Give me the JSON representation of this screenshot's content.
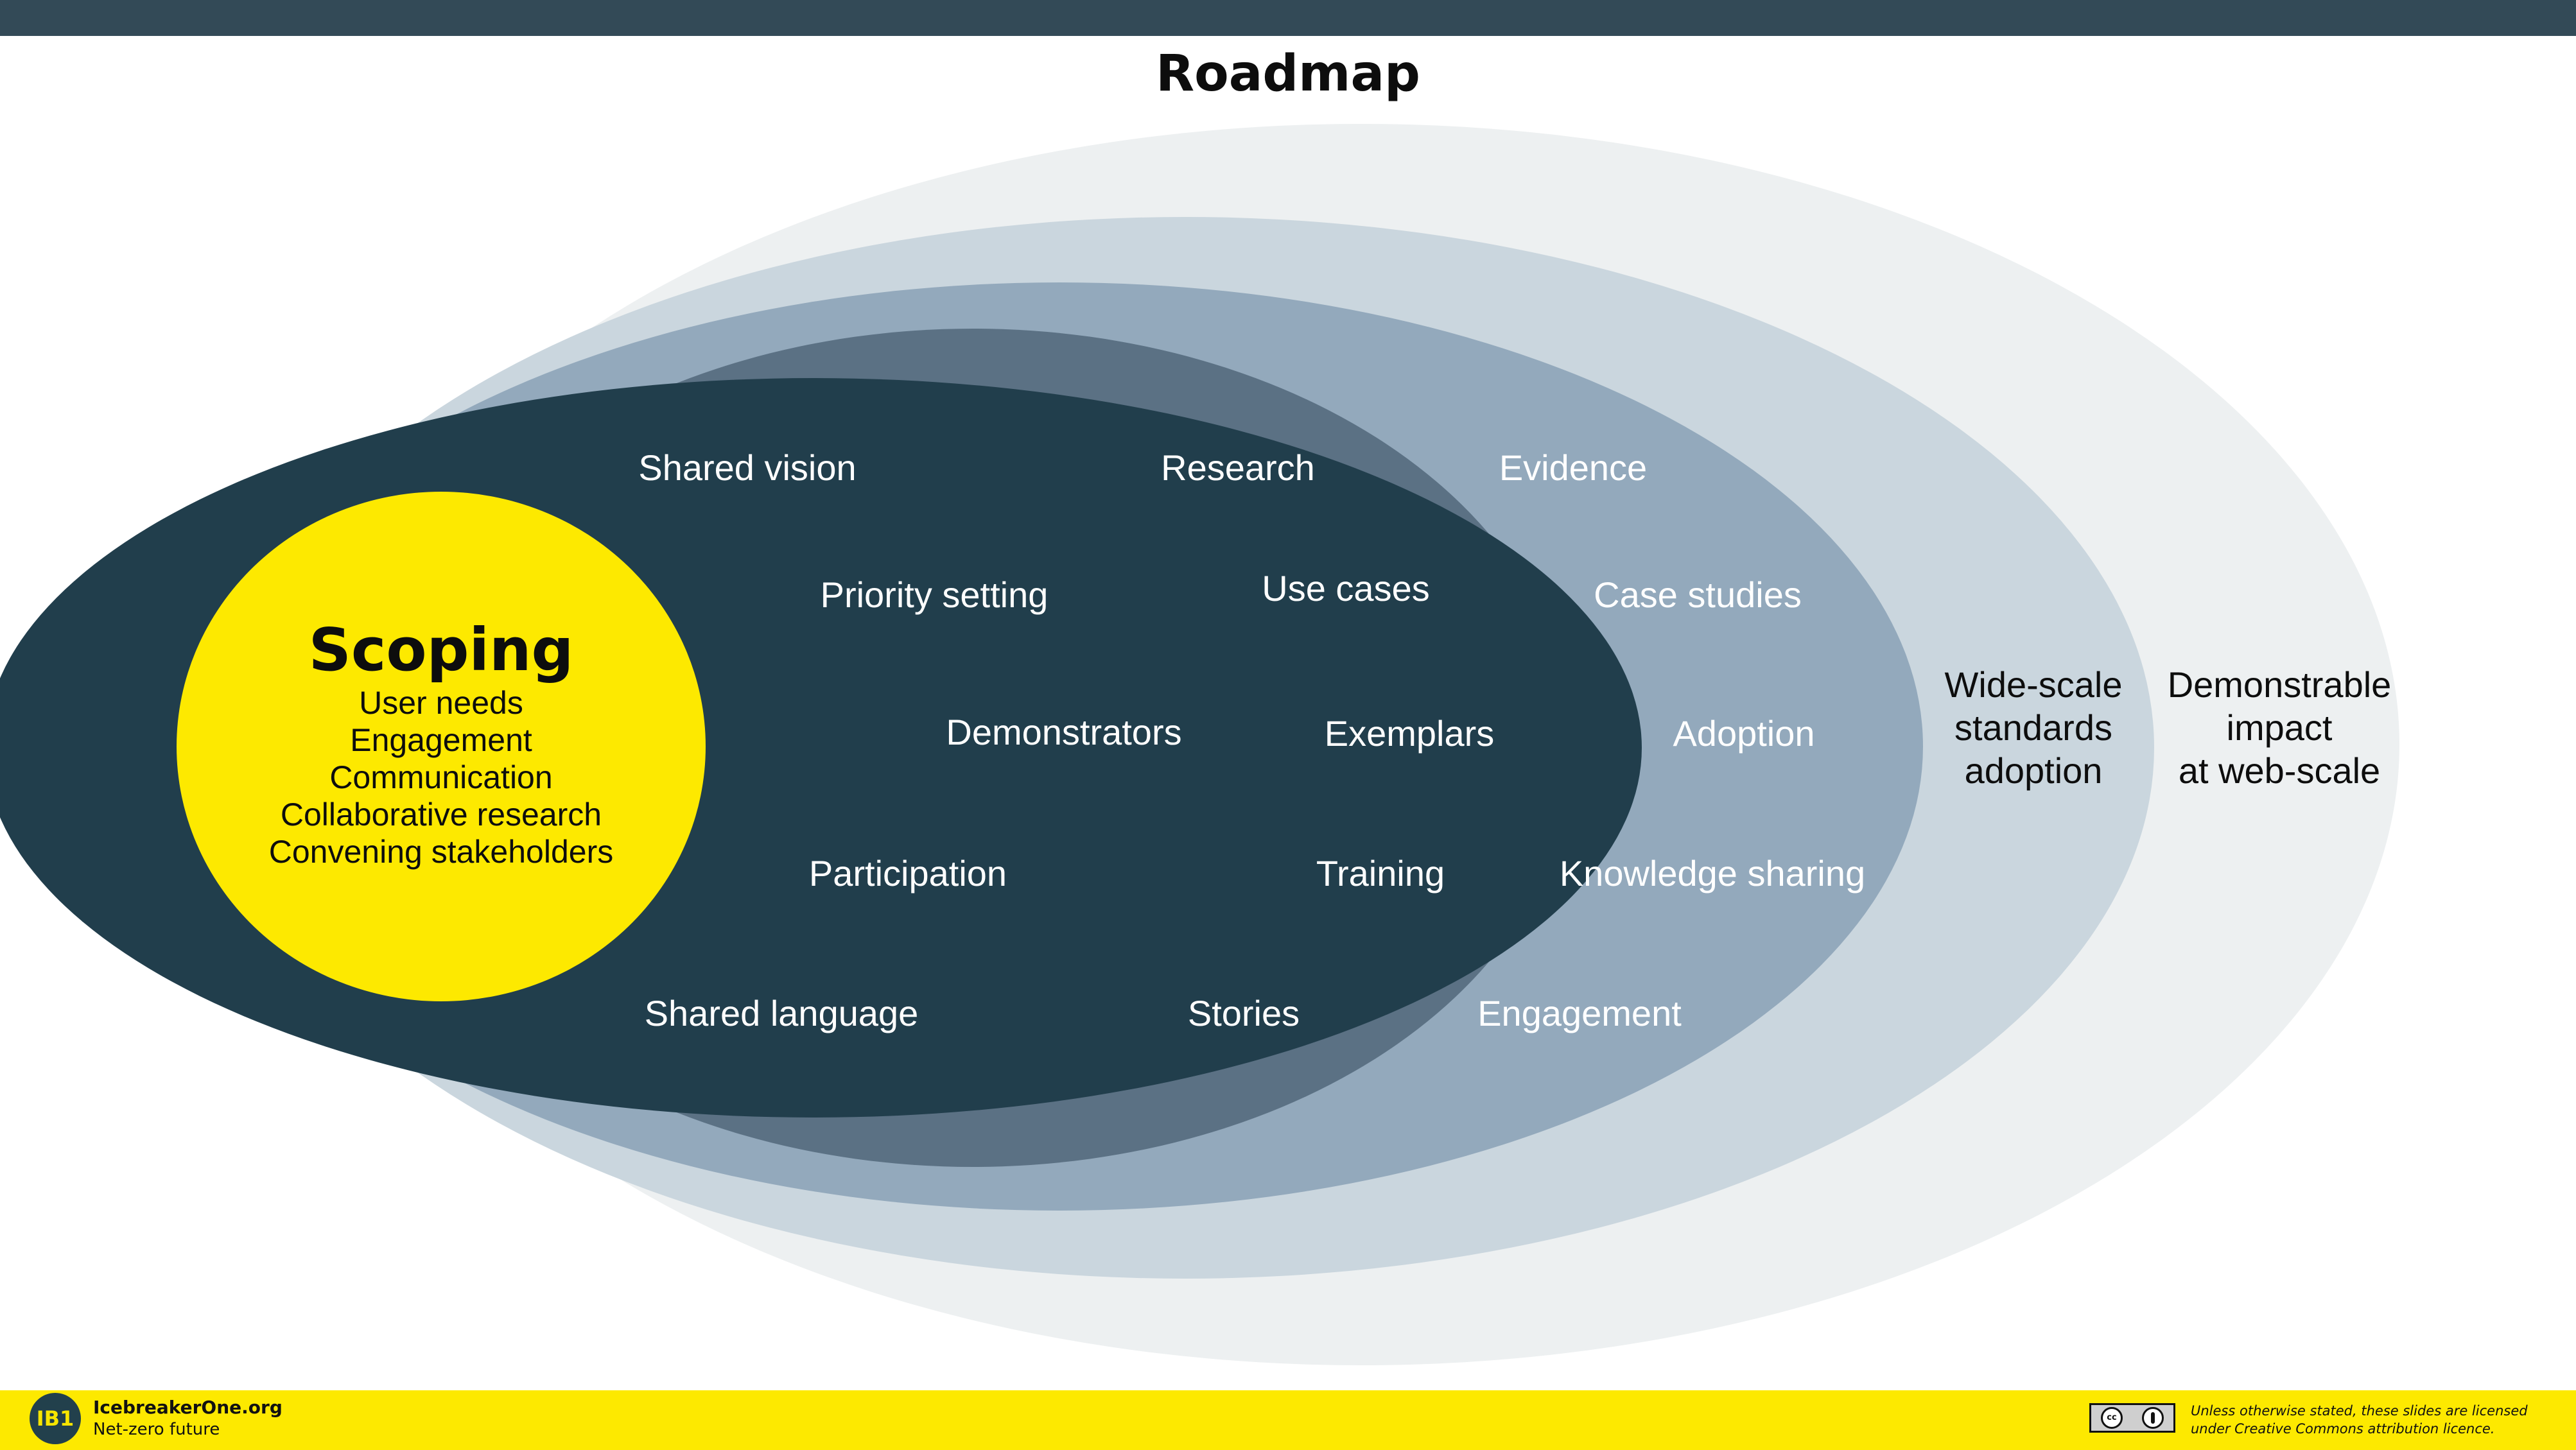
{
  "slide": {
    "title": "Roadmap"
  },
  "colors": {
    "top_bar": "#334a57",
    "ring_outer": "#edf0f1",
    "ring_5": "#cad6de",
    "ring_4": "#93a9bc",
    "ring_3": "#5b7184",
    "ring_2": "#213e4c",
    "scoping_fill": "#fde900",
    "footer": "#fde900"
  },
  "rings": {
    "scoping": {
      "title": "Scoping",
      "items": [
        "User needs",
        "Engagement",
        "Communication",
        "Collaborative research",
        "Convening stakeholders"
      ]
    },
    "ring2": {
      "items": [
        "Shared vision",
        "Priority setting",
        "Demonstrators",
        "Participation",
        "Shared language"
      ]
    },
    "ring3": {
      "items": [
        "Research",
        "Use cases",
        "Exemplars",
        "Training",
        "Stories"
      ]
    },
    "ring4": {
      "items": [
        "Evidence",
        "Case studies",
        "Adoption",
        "Knowledge sharing",
        "Engagement"
      ]
    },
    "ring5": {
      "lines": [
        "Wide-scale",
        "standards",
        "adoption"
      ]
    },
    "ring6": {
      "lines": [
        "Demonstrable",
        "impact",
        "at web-scale"
      ]
    }
  },
  "footer": {
    "logo_text": "IB1",
    "organization": "IcebreakerOne.org",
    "tagline": "Net-zero future",
    "cc_label": "cc",
    "license_line1": "Unless otherwise stated, these slides are licensed",
    "license_line2": "under Creative Commons attribution licence."
  }
}
